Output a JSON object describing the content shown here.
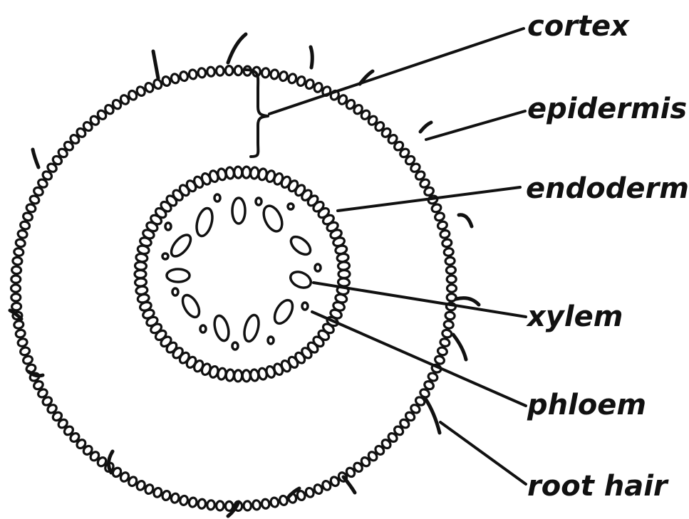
{
  "colors": {
    "ink": "#111111",
    "background": "#ffffff"
  },
  "labels": {
    "cortex": "cortex",
    "epidermis": "epidermis",
    "endodermis": "endodermis",
    "xylem": "xylem",
    "phloem": "phloem",
    "root_hair": "root hair"
  }
}
